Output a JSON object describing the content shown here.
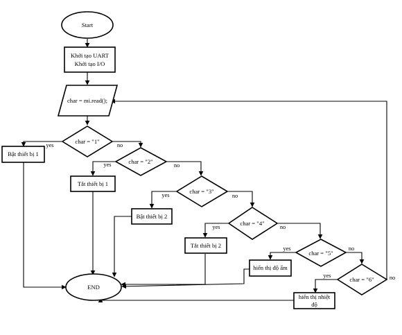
{
  "nodes": {
    "start": "Start",
    "init_uart": "Khởi tạo UART",
    "init_io": "Khởi tạo I/O",
    "read": "char = mi.read();",
    "dec1": "char = \"1\"",
    "dec2": "char = \"2\"",
    "dec3": "char = \"3\"",
    "dec4": "char = \"4\"",
    "dec5": "char = \"5\"",
    "dec6": "char = \"6\"",
    "act1": "Bật thiết bị 1",
    "act2": "Tắt thiết bị 1",
    "act3": "Bật thiết bị 2",
    "act4": "Tắt thiết bị 2",
    "act5": "hiển thị độ ẩm",
    "act6_line1": "hiển thị nhiệt",
    "act6_line2": "độ",
    "end": "END"
  },
  "edges": {
    "yes": "yes",
    "no": "no"
  }
}
